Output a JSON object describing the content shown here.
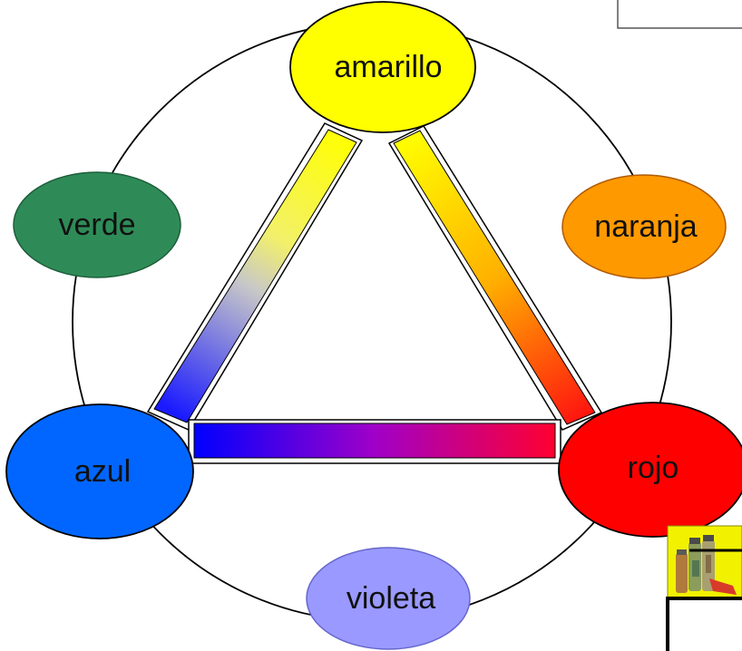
{
  "diagram": {
    "nodes": {
      "amarillo": {
        "label": "amarillo",
        "color": "#ffff00"
      },
      "naranja": {
        "label": "naranja",
        "color": "#ff9900"
      },
      "rojo": {
        "label": "rojo",
        "color": "#ff0000"
      },
      "violeta": {
        "label": "violeta",
        "color": "#9999ff"
      },
      "azul": {
        "label": "azul",
        "color": "#0066ff"
      },
      "verde": {
        "label": "verde",
        "color": "#2e8b57"
      }
    },
    "bars": [
      {
        "from": "amarillo",
        "to": "azul",
        "gradient": [
          "#ffff00",
          "#0000ff"
        ]
      },
      {
        "from": "amarillo",
        "to": "rojo",
        "gradient": [
          "#ffff00",
          "#ff0000"
        ]
      },
      {
        "from": "azul",
        "to": "rojo",
        "gradient": [
          "#0000ff",
          "#ff0000"
        ]
      }
    ],
    "decoration": {
      "icon": "paint-tubes-icon"
    }
  }
}
